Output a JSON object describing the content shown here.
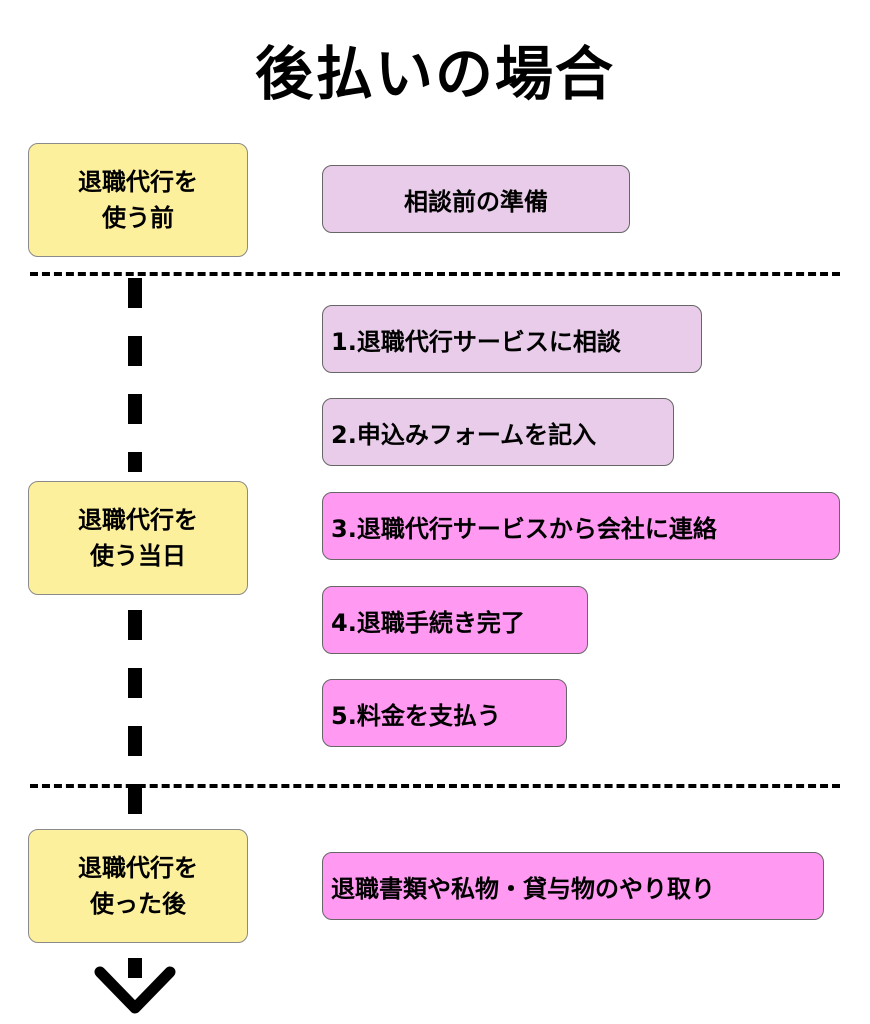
{
  "title": "後払いの場合",
  "phases": [
    {
      "line1": "退職代行を",
      "line2": "使う前"
    },
    {
      "line1": "退職代行を",
      "line2": "使う当日"
    },
    {
      "line1": "退職代行を",
      "line2": "使った後"
    }
  ],
  "steps": {
    "before": "相談前の準備",
    "day": [
      "1.退職代行サービスに相談",
      "2.申込みフォームを記入",
      "3.退職代行サービスから会社に連絡",
      "4.退職手続き完了",
      "5.料金を支払う"
    ],
    "after": "退職書類や私物・貸与物のやり取り"
  },
  "colors": {
    "phase_fill": "#fdf09d",
    "step_lavender": "#e8cce9",
    "step_pink": "#ff99f2"
  },
  "icons": {
    "arrow": "chevron-down-icon"
  }
}
